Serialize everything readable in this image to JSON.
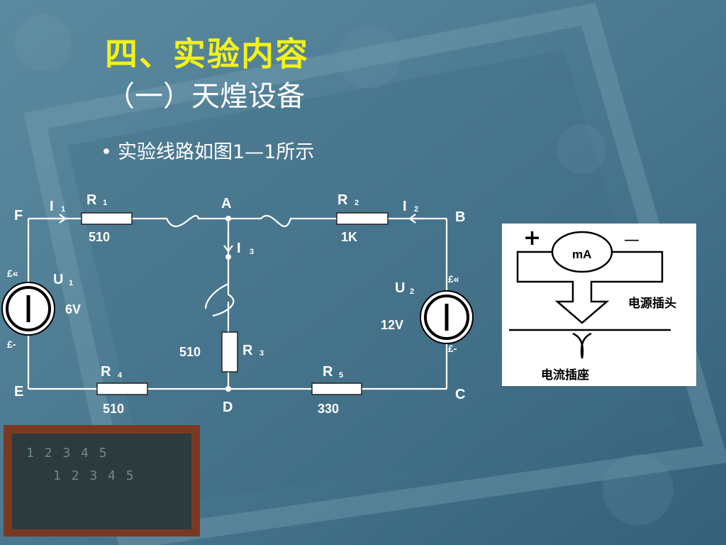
{
  "slide": {
    "title": "四、实验内容",
    "subtitle": "（一）天煌设备",
    "bullet": "实验线路如图1—1所示"
  },
  "circuit": {
    "nodes": {
      "A": "A",
      "B": "B",
      "C": "C",
      "D": "D",
      "E": "E",
      "F": "F"
    },
    "currents": {
      "I1": "I",
      "I1_sub": "1",
      "I2": "I",
      "I2_sub": "2",
      "I3": "I",
      "I3_sub": "3"
    },
    "resistors": {
      "R1": {
        "name": "R",
        "sub": "1",
        "value": "510"
      },
      "R2": {
        "name": "R",
        "sub": "2",
        "value": "1K"
      },
      "R3": {
        "name": "R",
        "sub": "3",
        "value": "510"
      },
      "R4": {
        "name": "R",
        "sub": "4",
        "value": "510"
      },
      "R5": {
        "name": "R",
        "sub": "5",
        "value": "330"
      }
    },
    "sources": {
      "U1": {
        "name": "U",
        "sub": "1",
        "value": "6V",
        "plus": "£«",
        "minus": "£-"
      },
      "U2": {
        "name": "U",
        "sub": "2",
        "value": "12V",
        "plus": "£«",
        "minus": "£-"
      }
    }
  },
  "legend": {
    "plus": "+",
    "minus": "—",
    "meter": "mA",
    "plug": "电源插头",
    "socket": "电流插座"
  },
  "chalkboard": {
    "line1": "1 2 3 4 5",
    "line2": "1 2 3 4 5"
  },
  "colors": {
    "title": "#f2f21a",
    "background": "#4a7890",
    "wire": "#ffffff",
    "chalk_frame": "#7a3a22",
    "chalk_board": "#2d3b3d"
  }
}
